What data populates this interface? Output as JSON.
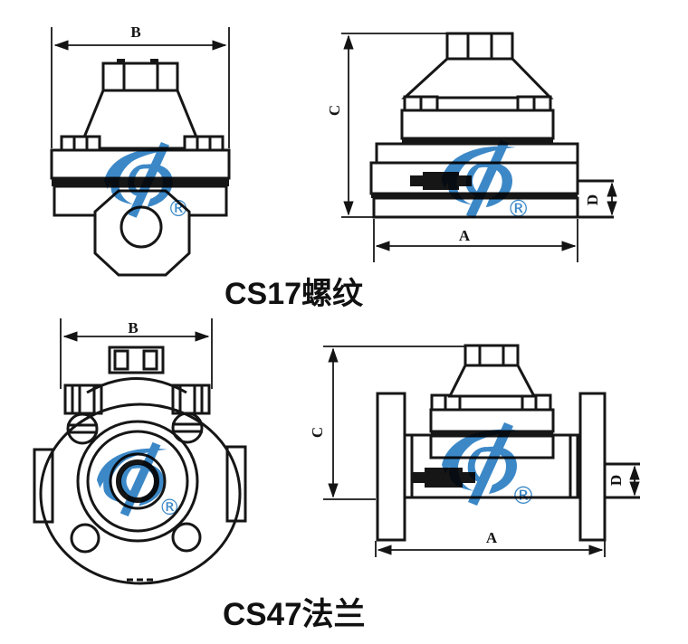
{
  "figures": {
    "cs17": {
      "caption": "CS17螺纹",
      "dims": {
        "width": "B",
        "height": "C",
        "length": "A",
        "port": "D"
      }
    },
    "cs47": {
      "caption": "CS47法兰",
      "dims": {
        "width": "B",
        "height": "C",
        "length": "A",
        "port": "D"
      }
    }
  },
  "watermark": {
    "registered_mark": "®",
    "color": "#2b7ec2"
  },
  "colors": {
    "line": "#161616",
    "background": "#ffffff",
    "logo_blue": "#2b7ec2"
  }
}
